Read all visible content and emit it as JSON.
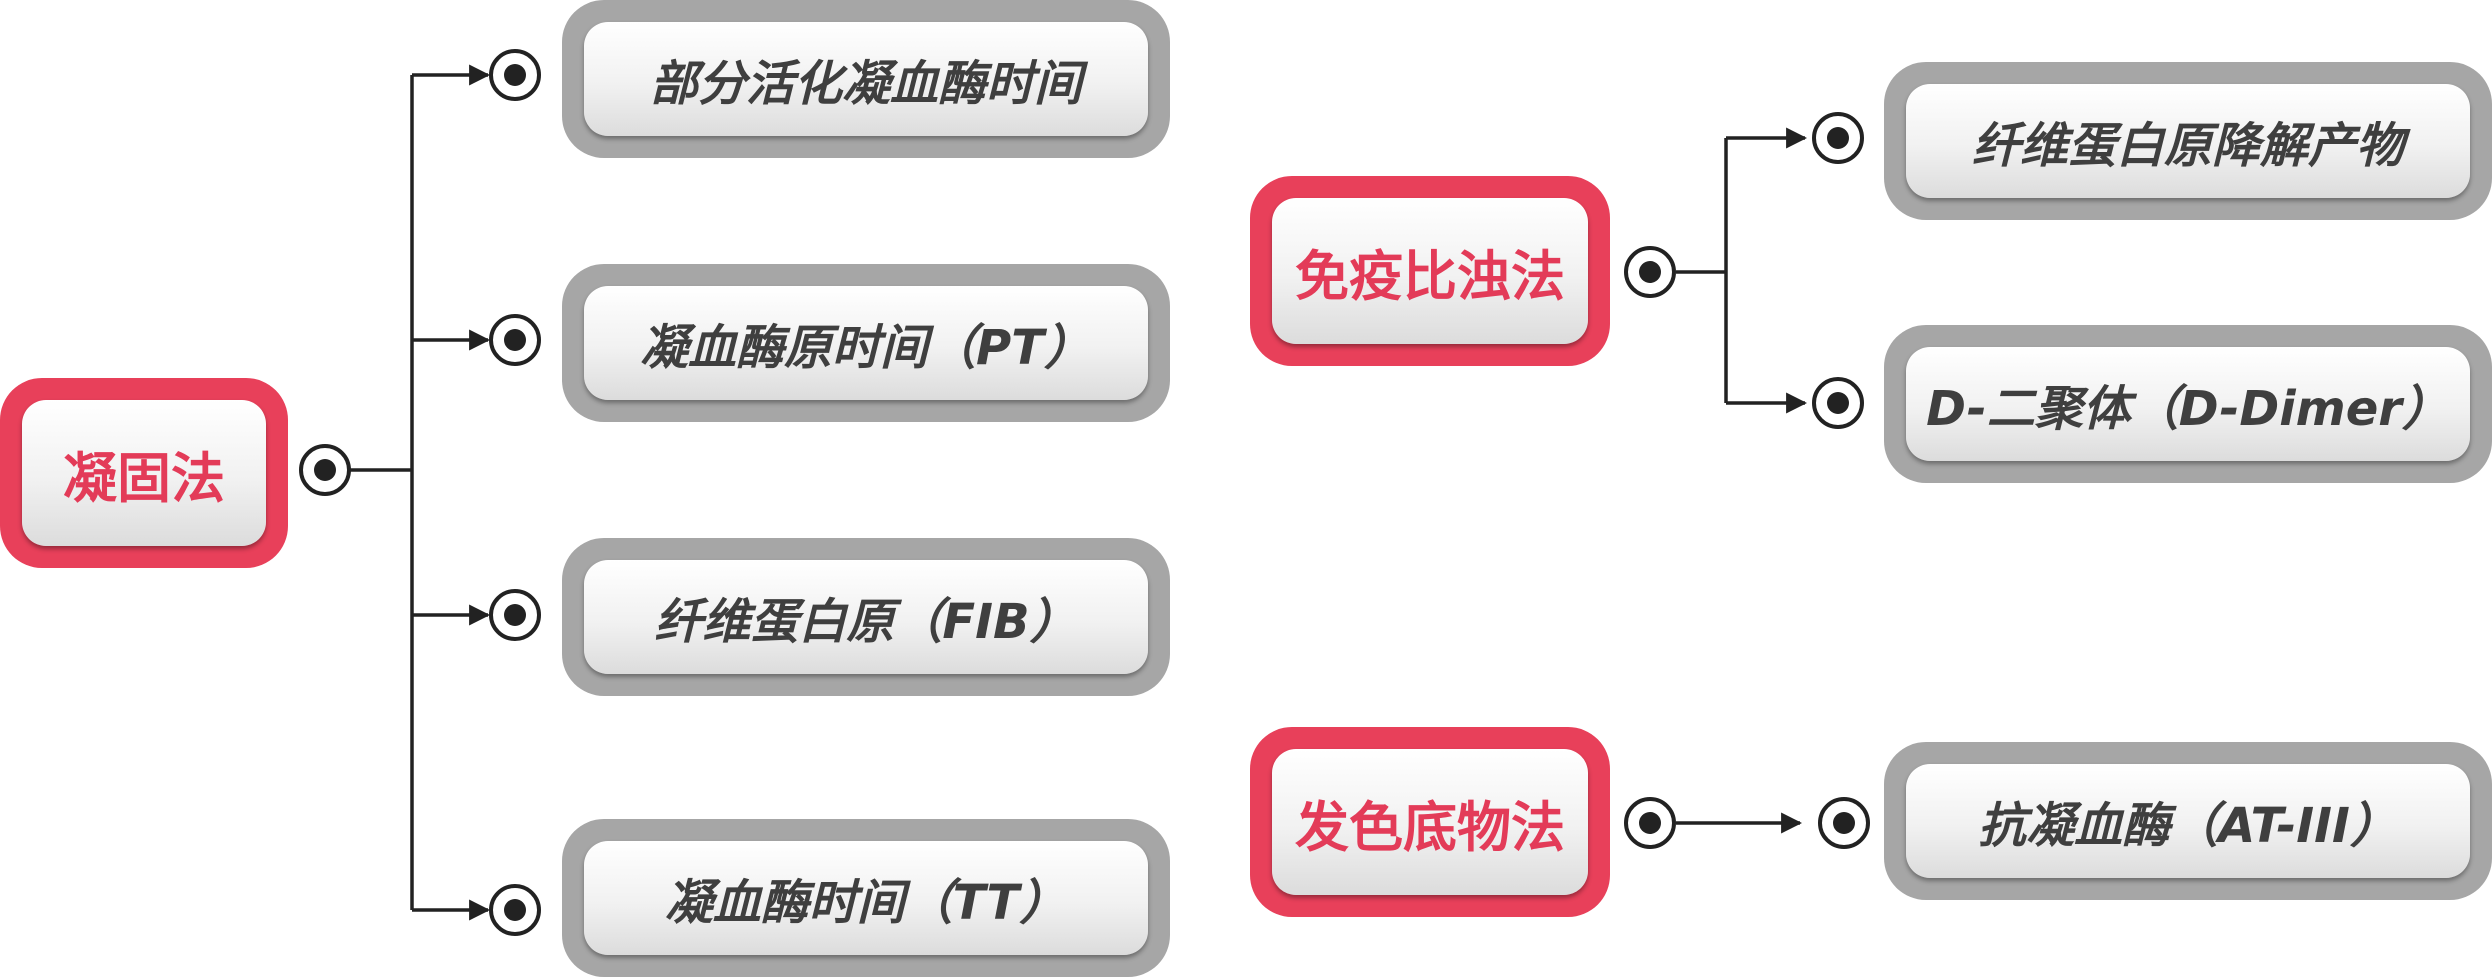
{
  "categories": {
    "coagulation": "凝固法",
    "immunoturbidimetric": "免疫比浊法",
    "chromogenic": "发色底物法"
  },
  "items": {
    "aptt": "部分活化凝血酶时间",
    "pt": "凝血酶原时间（PT）",
    "fib": "纤维蛋白原（FIB）",
    "tt": "凝血酶时间（TT）",
    "fdp": "纤维蛋白原降解产物",
    "ddimer": "D-二聚体（D-Dimer）",
    "at3": "抗凝血酶（AT-III）"
  },
  "colors": {
    "category_border": "#e8405a",
    "category_text": "#e33b58",
    "item_border": "#a6a6a6",
    "item_text": "#3f3f3f",
    "connector": "#222222"
  }
}
